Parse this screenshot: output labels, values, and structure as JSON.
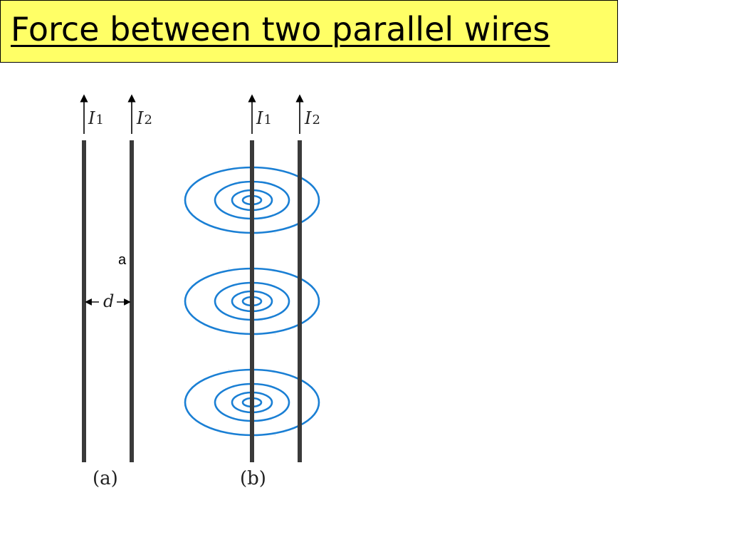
{
  "slide": {
    "title": "Force between two parallel wires"
  },
  "diagram": {
    "panel_a": {
      "caption": "(a)",
      "wire1_label": "I",
      "wire1_sub": "1",
      "wire2_label": "I",
      "wire2_sub": "2",
      "separation_label": "d",
      "annotation": "a"
    },
    "panel_b": {
      "caption": "(b)",
      "wire1_label": "I",
      "wire1_sub": "1",
      "wire2_label": "I",
      "wire2_sub": "2"
    },
    "colors": {
      "wire": "#3a3a3a",
      "field_line": "#1a7fd4",
      "title_background": "#ffff66"
    },
    "icons": [
      "current-arrow-icon",
      "dimension-arrow-icon",
      "field-direction-arrow-icon"
    ]
  }
}
